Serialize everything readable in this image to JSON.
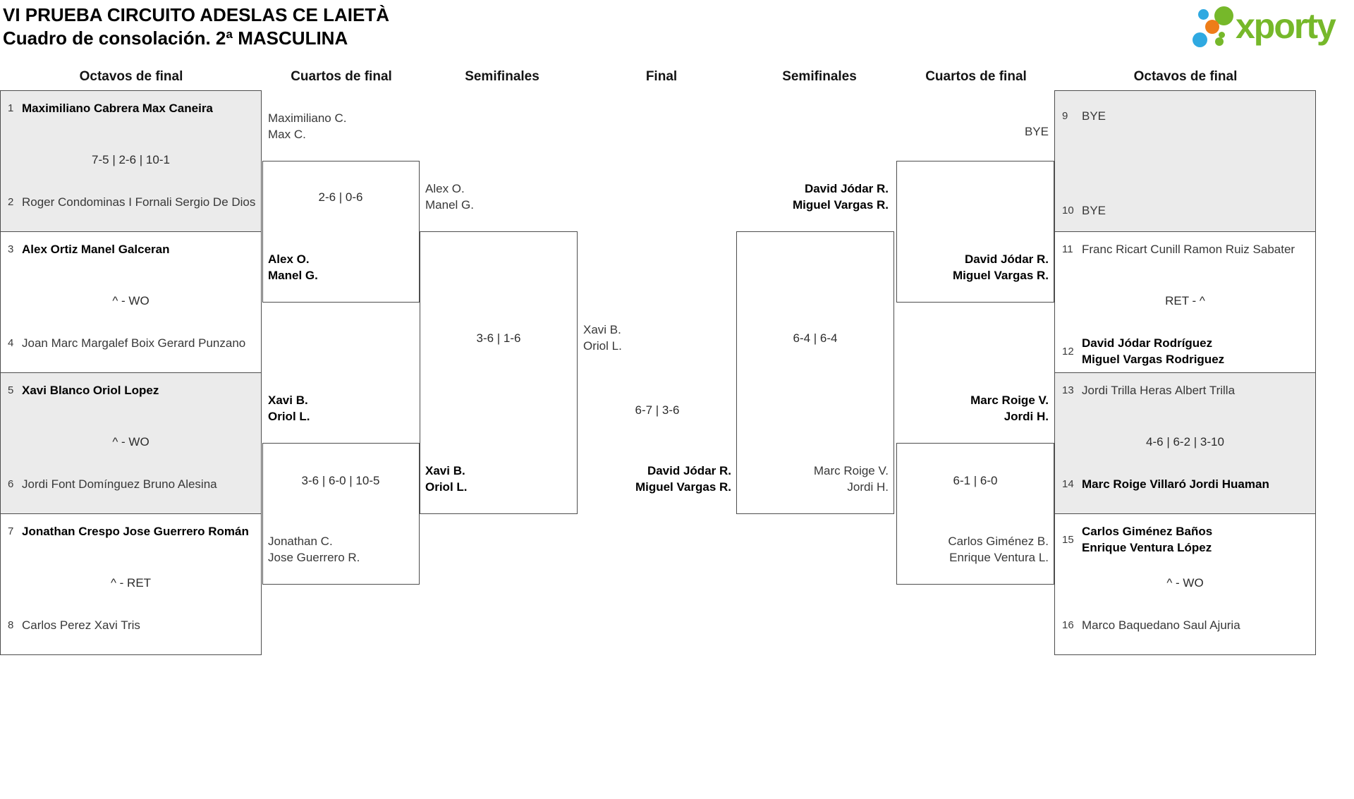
{
  "title": {
    "line1": "VI PRUEBA CIRCUITO ADESLAS CE LAIETÀ",
    "line2": "Cuadro de consolación. 2ª MASCULINA"
  },
  "logo": {
    "text": "xporty",
    "green": "#76b82a",
    "blue": "#2fa9e1",
    "orange": "#ee7d18"
  },
  "round_headers": [
    {
      "label": "Octavos de final"
    },
    {
      "label": "Cuartos de final"
    },
    {
      "label": "Semifinales"
    },
    {
      "label": "Final"
    },
    {
      "label": "Semifinales"
    },
    {
      "label": "Cuartos de final"
    },
    {
      "label": "Octavos de final"
    }
  ],
  "r16_left": [
    {
      "seed_top": "1",
      "team_top": [
        "Maximiliano Cabrera",
        "Max Caneira"
      ],
      "score": "7-5 | 2-6 | 10-1",
      "seed_bottom": "2",
      "team_bottom": [
        "Roger Condominas I Fornali",
        "Sergio De Dios"
      ],
      "winner": "top"
    },
    {
      "seed_top": "3",
      "team_top": [
        "Alex Ortiz",
        "Manel Galceran"
      ],
      "score": "^ - WO",
      "seed_bottom": "4",
      "team_bottom": [
        "Joan Marc Margalef Boix",
        "Gerard Punzano"
      ],
      "winner": "top"
    },
    {
      "seed_top": "5",
      "team_top": [
        "Xavi Blanco",
        "Oriol Lopez"
      ],
      "score": "^ - WO",
      "seed_bottom": "6",
      "team_bottom": [
        "Jordi Font Domínguez",
        "Bruno Alesina"
      ],
      "winner": "top"
    },
    {
      "seed_top": "7",
      "team_top": [
        "Jonathan Crespo",
        "Jose Guerrero Román"
      ],
      "score": "^ - RET",
      "seed_bottom": "8",
      "team_bottom": [
        "Carlos Perez",
        "Xavi Tris"
      ],
      "winner": "top"
    }
  ],
  "r16_right": [
    {
      "seed_top": "9",
      "team_top": [
        "BYE"
      ],
      "score": "",
      "seed_bottom": "10",
      "team_bottom": [
        "BYE"
      ],
      "winner": ""
    },
    {
      "seed_top": "11",
      "team_top": [
        "Franc Ricart Cunill",
        "Ramon Ruiz Sabater"
      ],
      "score": "RET - ^",
      "seed_bottom": "12",
      "team_bottom": [
        "David Jódar Rodríguez",
        "Miguel Vargas Rodriguez"
      ],
      "winner": "bottom"
    },
    {
      "seed_top": "13",
      "team_top": [
        "Jordi Trilla Heras",
        "Albert Trilla"
      ],
      "score": "4-6 | 6-2 | 3-10",
      "seed_bottom": "14",
      "team_bottom": [
        "Marc Roige Villaró",
        "Jordi Huaman"
      ],
      "winner": "bottom"
    },
    {
      "seed_top": "15",
      "team_top": [
        "Carlos Giménez Baños",
        "Enrique Ventura López"
      ],
      "score": "^ - WO",
      "seed_bottom": "16",
      "team_bottom": [
        "Marco Baquedano",
        "Saul Ajuria"
      ],
      "winner": "top"
    }
  ],
  "qf_left": [
    {
      "team_top": [
        "Maximiliano C.",
        "Max C."
      ],
      "score": "2-6 | 0-6",
      "team_bottom": [
        "Alex O.",
        "Manel G."
      ],
      "winner": "bottom"
    },
    {
      "team_top": [
        "Xavi B.",
        "Oriol L."
      ],
      "score": "3-6 | 6-0 | 10-5",
      "team_bottom": [
        "Jonathan C.",
        "Jose Guerrero R."
      ],
      "winner": "top"
    }
  ],
  "qf_right": [
    {
      "team_top": [
        "BYE"
      ],
      "score": "",
      "team_bottom": [
        "David Jódar R.",
        "Miguel Vargas R."
      ],
      "winner": "bottom"
    },
    {
      "team_top": [
        "Marc Roige V.",
        "Jordi H."
      ],
      "score": "6-1 | 6-0",
      "team_bottom": [
        "Carlos Giménez B.",
        "Enrique Ventura L."
      ],
      "winner": "top"
    }
  ],
  "sf_left": {
    "team_top": [
      "Alex O.",
      "Manel G."
    ],
    "score": "3-6 | 1-6",
    "team_bottom": [
      "Xavi B.",
      "Oriol L."
    ],
    "winner": "bottom"
  },
  "sf_right": {
    "team_top": [
      "David Jódar R.",
      "Miguel Vargas R."
    ],
    "score": "6-4 | 6-4",
    "team_bottom": [
      "Marc Roige V.",
      "Jordi H."
    ],
    "winner": "top"
  },
  "final": {
    "team_left": [
      "Xavi B.",
      "Oriol L."
    ],
    "score": "6-7 | 3-6",
    "team_right": [
      "David Jódar R.",
      "Miguel Vargas R."
    ],
    "winner": "right"
  }
}
